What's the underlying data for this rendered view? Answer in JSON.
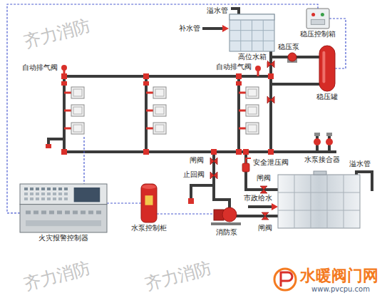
{
  "diagram": {
    "nodes": [
      {
        "text": [
          "高位水箱"
        ]
      },
      {
        "text": [
          "稳压控制箱"
        ]
      },
      {
        "text": [
          "稳压罐"
        ]
      },
      {
        "text": [
          "火灾报警控制器"
        ]
      },
      {
        "text": [
          "水泵控制柜"
        ]
      }
    ],
    "edges": [
      {
        "from": 3,
        "to": 1,
        "arrow": "none"
      },
      {
        "from": 3,
        "to": 4,
        "arrow": "none"
      },
      {
        "from": 1,
        "to": 2,
        "arrow": "none"
      }
    ],
    "labels": [
      "溢水管",
      "补水管",
      "稳压泵",
      "自动排气阀",
      "自动排气阀",
      "水泵接合器",
      "溢水管",
      "闸阀",
      "止回阀",
      "安全泄压阀",
      "闸阀",
      "市政给水",
      "消防泵",
      "闸阀",
      "齐力消防",
      "齐力消防",
      "齐力消防",
      "水暖阀门网",
      "www.pvcpu.com"
    ]
  }
}
